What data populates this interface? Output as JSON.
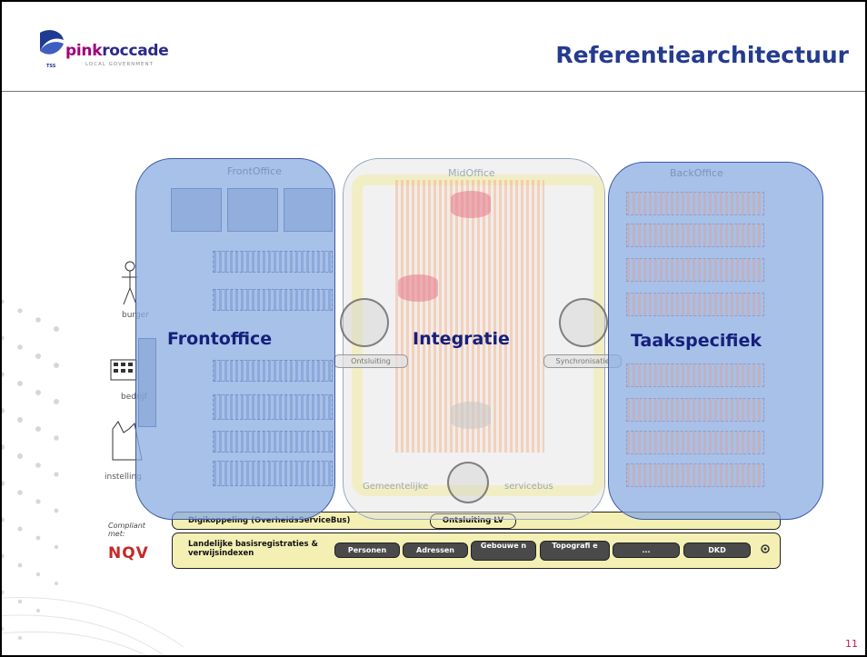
{
  "header": {
    "logo_pink": "pink",
    "logo_roc": "roccade",
    "logo_sub": "LOCAL GOVERNMENT",
    "logo_tss": "TSS",
    "title": "Referentiearchitectuur"
  },
  "diagram": {
    "ghost_headers": {
      "front": "FrontOffice",
      "mid": "MidOffice",
      "back": "BackOffice"
    },
    "overlay_labels": {
      "front": "Frontoffice",
      "mid": "Integratie",
      "back": "Taakspecifiek"
    },
    "actors": [
      "burger",
      "bedrijf",
      "instelling"
    ],
    "mid_caps": {
      "left": "Ontsluiting",
      "right": "Synchronisatie"
    },
    "mid_bottom": {
      "left": "Gemeentelijke",
      "right": "servicebus"
    },
    "bus_label": "Digikoppeling (OverheidsServiceBus)",
    "lv_label": "Ontsluiting LV",
    "registries_label": "Landelijke basisregistraties & verwijsindexen",
    "registries": [
      "Personen",
      "Adressen",
      "Gebouwe n",
      "Topografi e",
      "...",
      "DKD"
    ],
    "compliant": "Compliant met:",
    "nqv": "NQV"
  },
  "page_number": "11",
  "colors": {
    "title": "#243b8e",
    "overlay_blue": "#89ace2",
    "overlay_text": "#16207a",
    "bus_yellow": "#f4f0b4",
    "page_number": "#c2185b"
  }
}
